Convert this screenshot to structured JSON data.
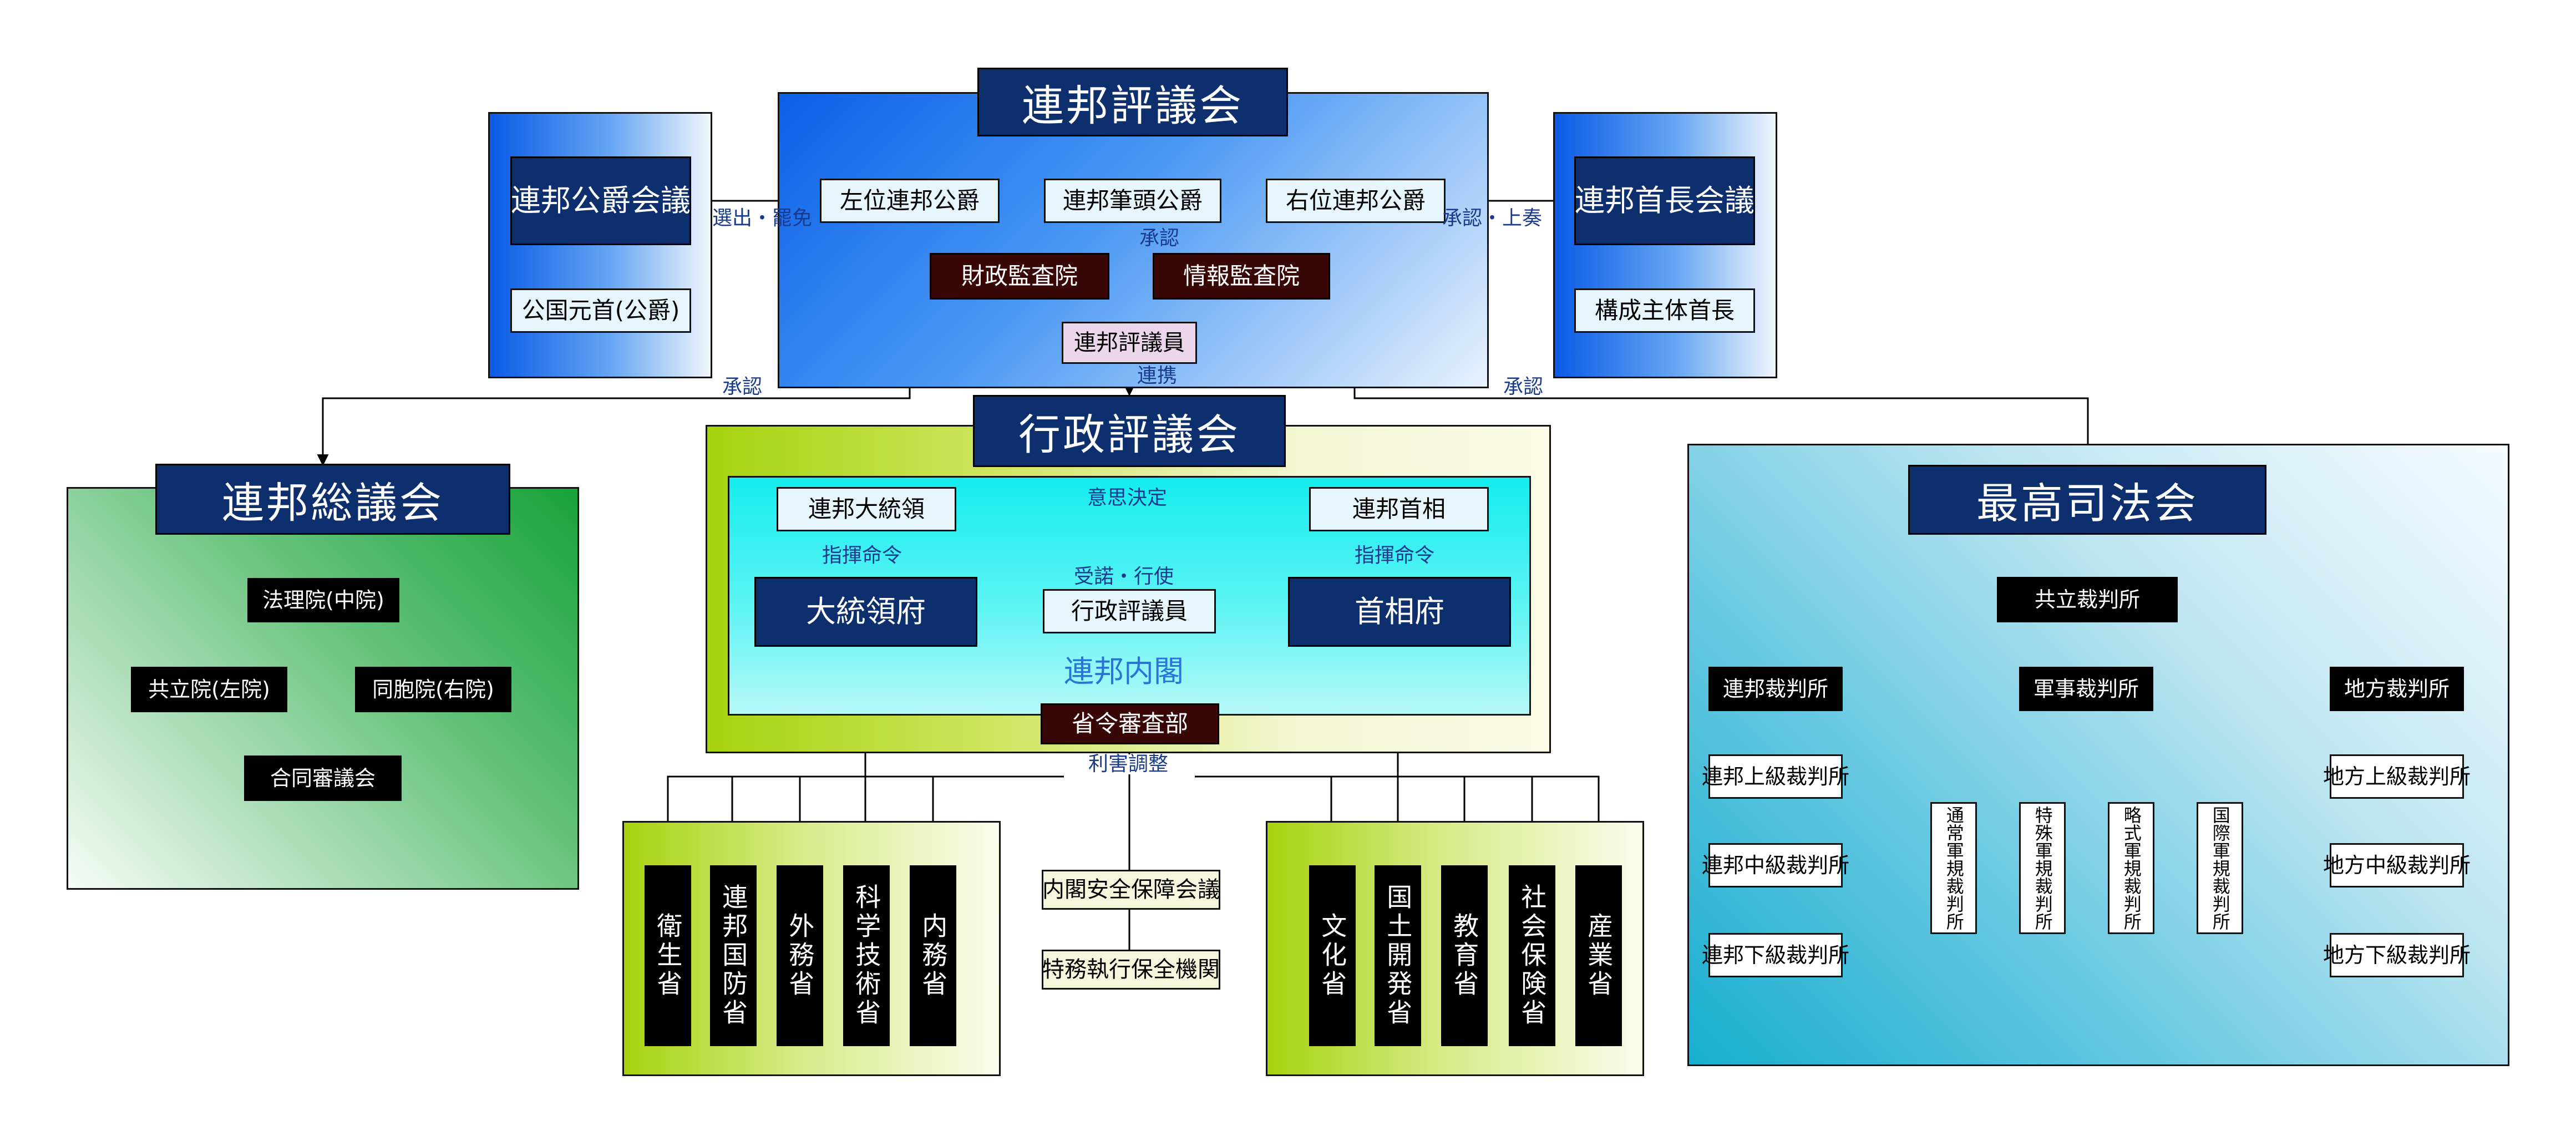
{
  "federal_council": {
    "title": "連邦評議会",
    "left_duke": "左位連邦公爵",
    "head_duke": "連邦筆頭公爵",
    "right_duke": "右位連邦公爵",
    "finance_audit": "財政監査院",
    "info_audit": "情報監査院",
    "councillor": "連邦評議員"
  },
  "duke_assembly": {
    "title": "連邦公爵会議",
    "member": "公国元首(公爵)"
  },
  "chief_assembly": {
    "title": "連邦首長会議",
    "member": "構成主体首長"
  },
  "general_assembly": {
    "title": "連邦総議会",
    "law_house": "法理院(中院)",
    "joint_house": "共立院(左院)",
    "fraternal_house": "同胞院(右院)",
    "joint_council": "合同審議会"
  },
  "executive_council": {
    "title": "行政評議会",
    "president": "連邦大統領",
    "premier": "連邦首相",
    "president_office": "大統領府",
    "premier_office": "首相府",
    "exec_councillor": "行政評議員",
    "cabinet": "連邦内閣",
    "review_dept": "省令審査部"
  },
  "ministries_left": [
    "衛生省",
    "連邦国防省",
    "外務省",
    "科学技術省",
    "内務省"
  ],
  "ministries_right": [
    "文化省",
    "国土開発省",
    "教育省",
    "社会保険省",
    "産業省"
  ],
  "security_council": "内閣安全保障会議",
  "special_agency": "特務執行保全機関",
  "supreme_court": {
    "title": "最高司法会",
    "joint_court": "共立裁判所",
    "federal_court": "連邦裁判所",
    "military_court": "軍事裁判所",
    "regional_court": "地方裁判所",
    "federal_upper": "連邦上級裁判所",
    "federal_middle": "連邦中級裁判所",
    "federal_lower": "連邦下級裁判所",
    "military_courts": [
      "通常軍規裁判所",
      "特殊軍規裁判所",
      "略式軍規裁判所",
      "国際軍規裁判所"
    ],
    "regional_upper": "地方上級裁判所",
    "regional_middle": "地方中級裁判所",
    "regional_lower": "地方下級裁判所"
  },
  "labels": {
    "elect_dismiss": "選出・罷免",
    "approve_report": "承認・上奏",
    "approve": "承認",
    "cooperate": "連携",
    "decision": "意思決定",
    "command": "指揮命令",
    "accept_exercise": "受諾・行使",
    "coordinate": "利害調整"
  }
}
